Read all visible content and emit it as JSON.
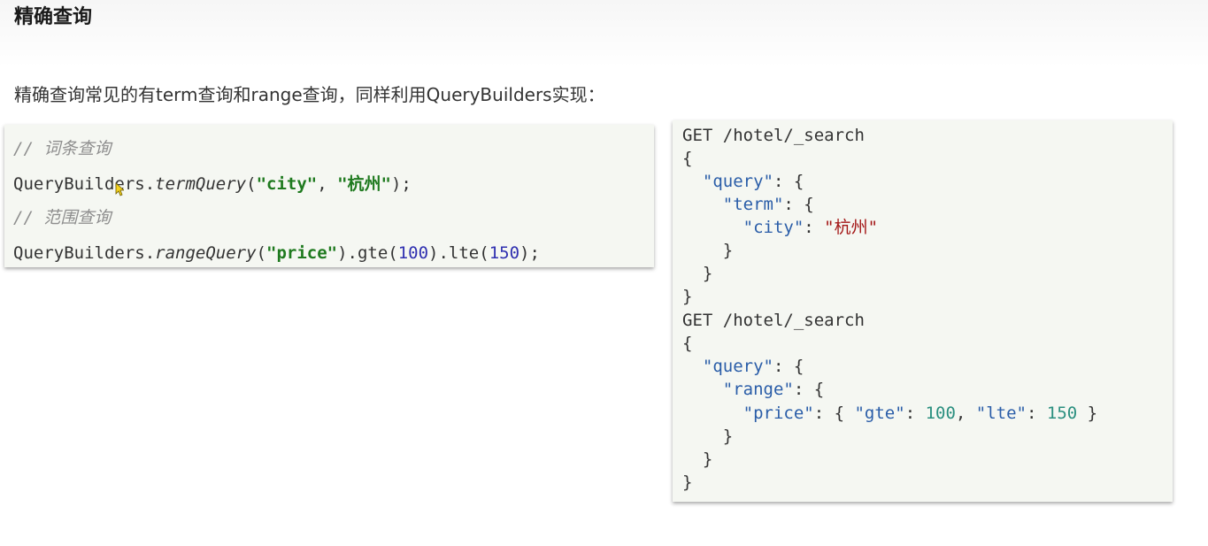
{
  "title": "精确查询",
  "intro": "精确查询常见的有term查询和range查询，同样利用QueryBuilders实现：",
  "java_code": {
    "comment_term": "// 词条查询",
    "term_prefix": "QueryBuilders.",
    "term_method": "termQuery",
    "term_open": "(",
    "term_arg1": "\"city\"",
    "term_sep": ", ",
    "term_arg2": "\"杭州\"",
    "term_close": ");",
    "comment_range": "// 范围查询",
    "range_prefix": "QueryBuilders.",
    "range_method": "rangeQuery",
    "range_open": "(",
    "range_arg": "\"price\"",
    "range_gte": ").gte(",
    "range_gte_val": "100",
    "range_lte": ").lte(",
    "range_lte_val": "150",
    "range_close": ");"
  },
  "dsl_code": {
    "request1": "GET /hotel/_search",
    "request2": "GET /hotel/_search",
    "open_brace": "{",
    "close_brace": "}",
    "query_key": "\"query\"",
    "term_key": "\"term\"",
    "city_key": "\"city\"",
    "city_val": "\"杭州\"",
    "range_key": "\"range\"",
    "price_key": "\"price\"",
    "gte_key": "\"gte\"",
    "gte_val": "100",
    "lte_key": "\"lte\"",
    "lte_val": "150",
    "colon_brace": ": {",
    "colon": ": ",
    "obj_open": ": { ",
    "comma": ", ",
    "obj_close": " }"
  }
}
